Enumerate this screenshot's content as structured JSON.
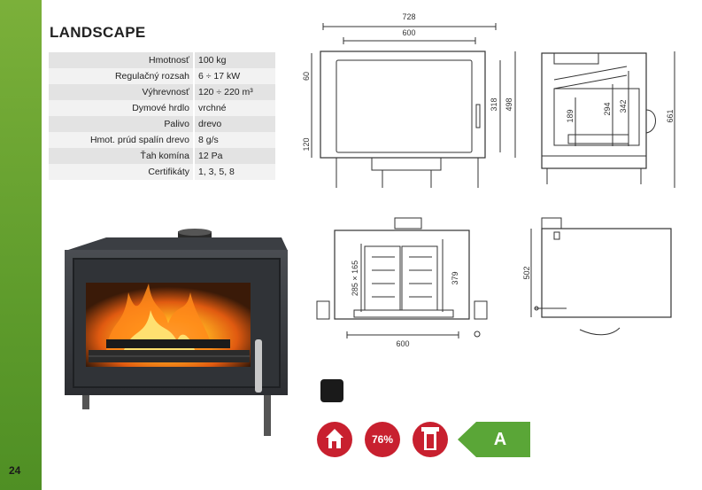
{
  "page": {
    "number": "24"
  },
  "product": {
    "title": "LANDSCAPE"
  },
  "specs": [
    {
      "label": "Hmotnosť",
      "value": "100 kg"
    },
    {
      "label": "Regulačný rozsah",
      "value": "6 ÷ 17 kW"
    },
    {
      "label": "Výhrevnosť",
      "value": "120 ÷ 220 m³"
    },
    {
      "label": "Dymové hrdlo",
      "value": "vrchné"
    },
    {
      "label": "Palivo",
      "value": "drevo"
    },
    {
      "label": "Hmot. prúd spalín drevo",
      "value": "8 g/s"
    },
    {
      "label": "Ťah komína",
      "value": "12 Pa"
    },
    {
      "label": "Certifikáty",
      "value": "1, 3, 5, 8"
    }
  ],
  "dimensions": {
    "front_total_width": "728",
    "front_inner_width": "600",
    "front_top_offset": "60",
    "front_glass_height": "318",
    "front_total_height": "498",
    "front_bottom_offset": "120",
    "side_189": "189",
    "side_294": "294",
    "side_342": "342",
    "side_total_height": "661",
    "top_inner_size": "285 × 165",
    "top_depth": "379",
    "top_width": "600",
    "side2_height": "502"
  },
  "badges": {
    "efficiency": "76%",
    "energy_class": "A"
  },
  "colors": {
    "sidebar": "#5f9c2c",
    "badge_red": "#c8202f",
    "energy_green": "#5aa637"
  },
  "icons": [
    "house-heat-icon",
    "chimney-icon",
    "color-swatch-black"
  ]
}
